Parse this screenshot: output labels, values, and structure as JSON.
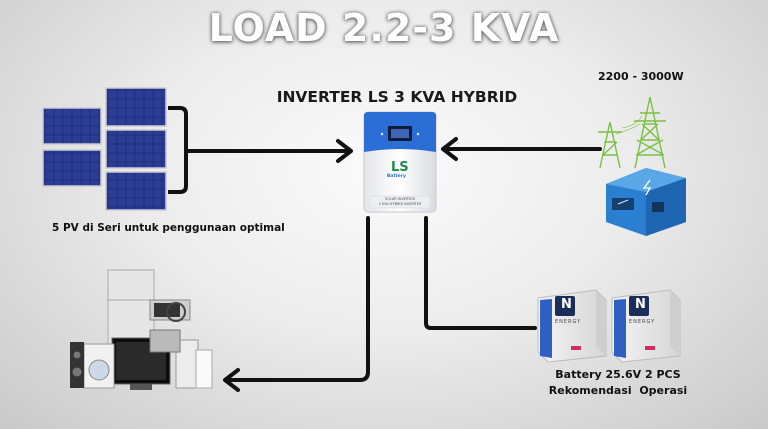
{
  "title": "LOAD 2.2-3 KVA",
  "inverter": {
    "title": "INVERTER LS 3 KVA HYBRID",
    "logo_text": "LS",
    "brand_text": "Battery",
    "panel_text_1": "SOLAR INVERTER",
    "panel_text_2": "3 KVA HYBRID INVERTER"
  },
  "grid": {
    "power_range": "2200 - 3000W"
  },
  "pv": {
    "caption": "5 PV di Seri untuk penggunaan optimal"
  },
  "battery": {
    "caption_line1": "Battery 25.6V 2 PCS",
    "caption_line2": "Rekomendasi  Operasi",
    "brand_letter": "N",
    "brand_text": "ENERGY"
  },
  "colors": {
    "title_text": "#ffffff",
    "arrow": "#111111",
    "solar_panel": "#1e2a6e",
    "inverter_accent": "#2b6fd6",
    "generator": "#2f8ad6",
    "battery_accent": "#2d5fc4"
  }
}
